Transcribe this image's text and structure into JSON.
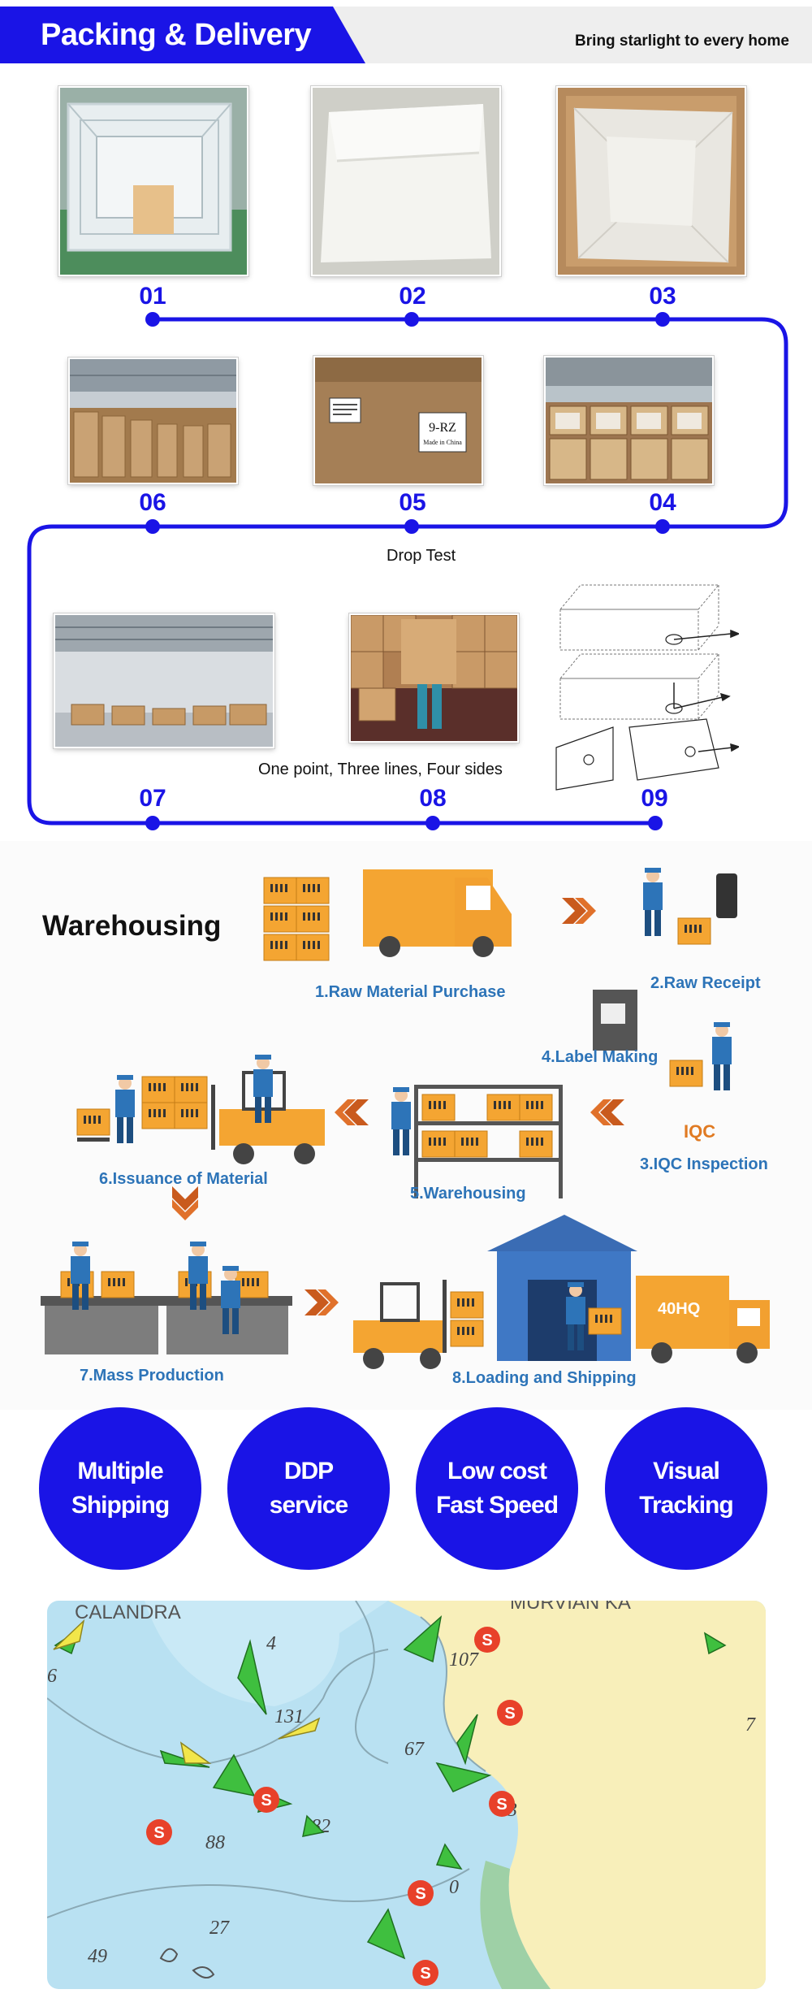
{
  "header": {
    "title": "Packing & Delivery",
    "slogan": "Bring starlight to every home"
  },
  "steps": [
    "01",
    "02",
    "03",
    "04",
    "05",
    "06",
    "07",
    "08",
    "09"
  ],
  "captions": {
    "drop_test": "Drop Test",
    "one_point": "One point, Three lines, Four sides"
  },
  "box_label": "9-RZ",
  "box_label_sub": "Made in China",
  "warehousing": {
    "title": "Warehousing",
    "steps": {
      "s1": "1.Raw Material Purchase",
      "s2": "2.Raw Receipt",
      "s3": "3.IQC Inspection",
      "s4": "4.Label Making",
      "s5": "5.Warehousing",
      "s6": "6.Issuance of Material",
      "s7": "7.Mass Production",
      "s8": "8.Loading and Shipping"
    },
    "iqc_label": "IQC",
    "truck_label": "40HQ"
  },
  "features": [
    {
      "line1": "Multiple",
      "line2": "Shipping"
    },
    {
      "line1": "DDP",
      "line2": "service"
    },
    {
      "line1": "Low cost",
      "line2": "Fast Speed"
    },
    {
      "line1": "Visual",
      "line2": "Tracking"
    }
  ],
  "map": {
    "labels": {
      "calandra": "CALANDRA",
      "murvian": "MURVIAN KA"
    },
    "depths": [
      "6",
      "4",
      "107",
      "131",
      "67",
      "88",
      "82",
      "53",
      "49",
      "27",
      "0",
      "7"
    ],
    "ship_marker": "S"
  },
  "colors": {
    "brand_blue": "#1a14e6",
    "step_blue": "#2d74b8",
    "box_orange": "#f4a532",
    "sea": "#b9e1f2",
    "land": "#f8efba"
  }
}
